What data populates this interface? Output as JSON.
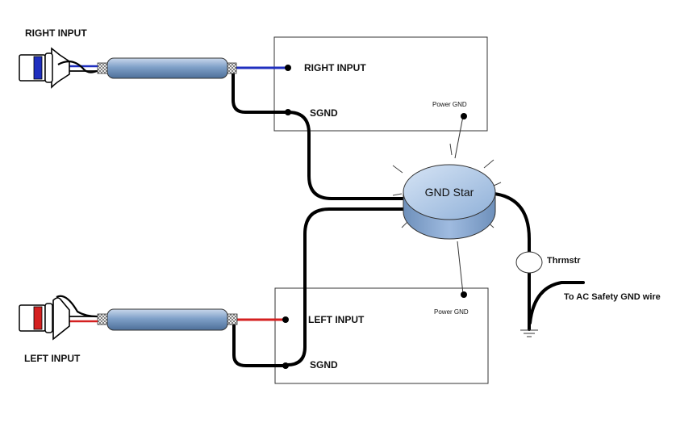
{
  "labels": {
    "right_jack": "RIGHT INPUT",
    "left_jack": "LEFT INPUT",
    "right_box_input": "RIGHT INPUT",
    "right_box_sgnd": "SGND",
    "right_box_power_gnd": "Power GND",
    "left_box_input": "LEFT INPUT",
    "left_box_sgnd": "SGND",
    "left_box_power_gnd": "Power GND",
    "gnd_star": "GND Star",
    "thermistor": "Thrmstr",
    "ac_safety": "To AC Safety GND wire"
  },
  "colors": {
    "right_signal": "#1f2fbf",
    "left_signal": "#d42020",
    "cable_body": "#7fa0c8",
    "star_fill": "#a9c4e6",
    "wire": "#000000"
  }
}
